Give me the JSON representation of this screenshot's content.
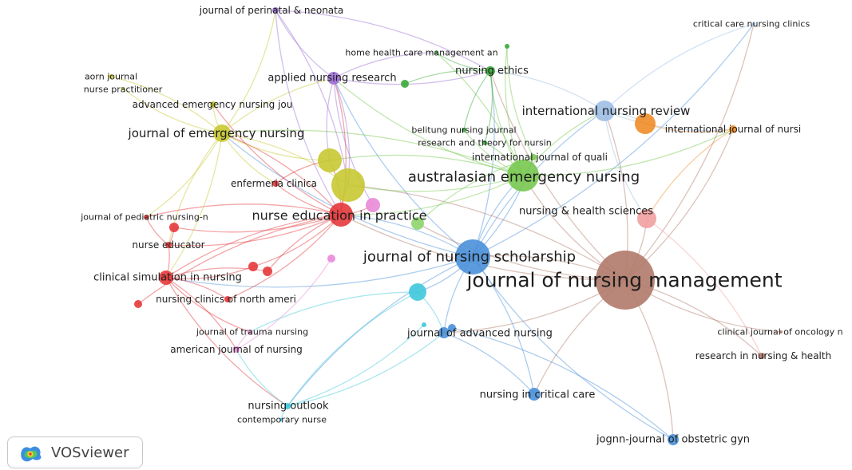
{
  "app": {
    "logo_text": "VOSviewer"
  },
  "colors": {
    "red": "#e5383b",
    "green": "#78c850",
    "blue": "#4a90d9",
    "yellow": "#c8c832",
    "purple": "#9b6fd4",
    "cyan": "#3ec8dc",
    "orange": "#f08c28",
    "brown": "#b07a6a",
    "pink": "#e98ad8",
    "darkgreen": "#3aaa3a",
    "lightblue": "#9fbfe6",
    "lightpink": "#f0a0a0",
    "lightgreen": "#8fd46f"
  },
  "network": {
    "nodes": [
      {
        "id": "jnm",
        "label": "journal of nursing management",
        "cluster": "brown",
        "weight": 10
      },
      {
        "id": "jns",
        "label": "journal of nursing scholarship",
        "cluster": "blue",
        "weight": 6
      },
      {
        "id": "aen",
        "label": "australasian emergency nursing",
        "cluster": "green",
        "weight": 5
      },
      {
        "id": "nep",
        "label": "nurse education in practice",
        "cluster": "red",
        "weight": 5
      },
      {
        "id": "inr",
        "label": "international nursing review",
        "cluster": "lightblue",
        "weight": 4
      },
      {
        "id": "jen",
        "label": "journal of emergency nursing",
        "cluster": "yellow",
        "weight": 4
      },
      {
        "id": "nhs",
        "label": "nursing & health sciences",
        "cluster": "lightpink",
        "weight": 3
      },
      {
        "id": "csn",
        "label": "clinical simulation in nursing",
        "cluster": "red",
        "weight": 3
      },
      {
        "id": "jan",
        "label": "journal of advanced nursing",
        "cluster": "blue",
        "weight": 2
      },
      {
        "id": "ncc",
        "label": "nursing in critical care",
        "cluster": "blue",
        "weight": 2
      },
      {
        "id": "jogn",
        "label": "jognn-journal of obstetric gyn",
        "cluster": "blue",
        "weight": 2
      },
      {
        "id": "anr",
        "label": "applied nursing research",
        "cluster": "purple",
        "weight": 2
      },
      {
        "id": "ne",
        "label": "nursing ethics",
        "cluster": "darkgreen",
        "weight": 2
      },
      {
        "id": "ijn",
        "label": "international journal of nursi",
        "cluster": "orange",
        "weight": 2
      },
      {
        "id": "ijq",
        "label": "international journal of quali",
        "cluster": "green",
        "weight": 1
      },
      {
        "id": "ec",
        "label": "enfermeria clinica",
        "cluster": "red",
        "weight": 1
      },
      {
        "id": "jpn",
        "label": "journal of pediatric nursing-n",
        "cluster": "red",
        "weight": 1
      },
      {
        "id": "ned",
        "label": "nurse educator",
        "cluster": "red",
        "weight": 1
      },
      {
        "id": "ncna",
        "label": "nursing clinics of north ameri",
        "cluster": "red",
        "weight": 1
      },
      {
        "id": "jtn",
        "label": "journal of trauma nursing",
        "cluster": "pink",
        "weight": 1
      },
      {
        "id": "ajn",
        "label": "american journal of nursing",
        "cluster": "pink",
        "weight": 1
      },
      {
        "id": "no",
        "label": "nursing outlook",
        "cluster": "cyan",
        "weight": 1
      },
      {
        "id": "cn",
        "label": "contemporary nurse",
        "cluster": "cyan",
        "weight": 1
      },
      {
        "id": "jpnn",
        "label": "journal of perinatal & neonata",
        "cluster": "purple",
        "weight": 1
      },
      {
        "id": "hhcm",
        "label": "home health care management an",
        "cluster": "darkgreen",
        "weight": 1
      },
      {
        "id": "aorn",
        "label": "aorn journal",
        "cluster": "yellow",
        "weight": 1
      },
      {
        "id": "np",
        "label": "nurse practitioner",
        "cluster": "yellow",
        "weight": 1
      },
      {
        "id": "aenj",
        "label": "advanced emergency nursing jou",
        "cluster": "yellow",
        "weight": 1
      },
      {
        "id": "bnj",
        "label": "belitung nursing journal",
        "cluster": "darkgreen",
        "weight": 1
      },
      {
        "id": "rtn",
        "label": "research and theory for nursin",
        "cluster": "darkgreen",
        "weight": 1
      },
      {
        "id": "ccnc",
        "label": "critical care nursing clinics",
        "cluster": "lightblue",
        "weight": 1
      },
      {
        "id": "cjon",
        "label": "clinical journal of oncology n",
        "cluster": "brown",
        "weight": 1
      },
      {
        "id": "rinh",
        "label": "research in nursing & health",
        "cluster": "brown",
        "weight": 1
      },
      {
        "id": "u1",
        "label": "",
        "cluster": "yellow",
        "weight": 3
      },
      {
        "id": "u2",
        "label": "",
        "cluster": "yellow",
        "weight": 3
      },
      {
        "id": "u3",
        "label": "",
        "cluster": "cyan",
        "weight": 2
      },
      {
        "id": "u4",
        "label": "",
        "cluster": "pink",
        "weight": 2
      },
      {
        "id": "u5",
        "label": "",
        "cluster": "lightgreen",
        "weight": 2
      },
      {
        "id": "u6",
        "label": "",
        "cluster": "orange",
        "weight": 1
      },
      {
        "id": "u7",
        "label": "",
        "cluster": "red",
        "weight": 1
      },
      {
        "id": "u8",
        "label": "",
        "cluster": "red",
        "weight": 1
      },
      {
        "id": "u9",
        "label": "",
        "cluster": "red",
        "weight": 1
      },
      {
        "id": "u10",
        "label": "",
        "cluster": "red",
        "weight": 1
      },
      {
        "id": "u11",
        "label": "",
        "cluster": "cyan",
        "weight": 1
      },
      {
        "id": "u12",
        "label": "",
        "cluster": "pink",
        "weight": 1
      },
      {
        "id": "u13",
        "label": "",
        "cluster": "blue",
        "weight": 1
      },
      {
        "id": "u14",
        "label": "",
        "cluster": "darkgreen",
        "weight": 1
      },
      {
        "id": "u15",
        "label": "",
        "cluster": "darkgreen",
        "weight": 1
      }
    ],
    "edges": [
      [
        "jnm",
        "jns"
      ],
      [
        "jnm",
        "aen"
      ],
      [
        "jnm",
        "inr"
      ],
      [
        "jnm",
        "nep"
      ],
      [
        "jnm",
        "nhs"
      ],
      [
        "jnm",
        "jan"
      ],
      [
        "jnm",
        "cjon"
      ],
      [
        "jnm",
        "rinh"
      ],
      [
        "jnm",
        "ijn"
      ],
      [
        "jnm",
        "jogn"
      ],
      [
        "jnm",
        "ncc"
      ],
      [
        "jnm",
        "ne"
      ],
      [
        "jnm",
        "ccnc"
      ],
      [
        "jnm",
        "u5"
      ],
      [
        "jnm",
        "u2"
      ],
      [
        "jns",
        "aen"
      ],
      [
        "jns",
        "nep"
      ],
      [
        "jns",
        "inr"
      ],
      [
        "jns",
        "jan"
      ],
      [
        "jns",
        "ncc"
      ],
      [
        "jns",
        "jogn"
      ],
      [
        "jns",
        "anr"
      ],
      [
        "jns",
        "ne"
      ],
      [
        "jns",
        "u3"
      ],
      [
        "jns",
        "no"
      ],
      [
        "jns",
        "csn"
      ],
      [
        "jns",
        "ijq"
      ],
      [
        "jns",
        "jen"
      ],
      [
        "jns",
        "ccnc"
      ],
      [
        "aen",
        "nep"
      ],
      [
        "aen",
        "jen"
      ],
      [
        "aen",
        "inr"
      ],
      [
        "aen",
        "ijn"
      ],
      [
        "aen",
        "ne"
      ],
      [
        "aen",
        "ijq"
      ],
      [
        "aen",
        "anr"
      ],
      [
        "aen",
        "u1"
      ],
      [
        "aen",
        "u2"
      ],
      [
        "aen",
        "hhcm"
      ],
      [
        "aen",
        "bnj"
      ],
      [
        "aen",
        "rtn"
      ],
      [
        "aen",
        "u15"
      ],
      [
        "nep",
        "csn"
      ],
      [
        "nep",
        "ned"
      ],
      [
        "nep",
        "jpn"
      ],
      [
        "nep",
        "ec"
      ],
      [
        "nep",
        "jen"
      ],
      [
        "nep",
        "ncna"
      ],
      [
        "nep",
        "u1"
      ],
      [
        "nep",
        "u2"
      ],
      [
        "nep",
        "u4"
      ],
      [
        "nep",
        "u7"
      ],
      [
        "nep",
        "u8"
      ],
      [
        "nep",
        "u9"
      ],
      [
        "nep",
        "u10"
      ],
      [
        "nep",
        "aenj"
      ],
      [
        "nep",
        "anr"
      ],
      [
        "jen",
        "aenj"
      ],
      [
        "jen",
        "aorn"
      ],
      [
        "jen",
        "np"
      ],
      [
        "jen",
        "u1"
      ],
      [
        "jen",
        "u2"
      ],
      [
        "jen",
        "ec"
      ],
      [
        "jen",
        "jpn"
      ],
      [
        "jen",
        "ned"
      ],
      [
        "jen",
        "csn"
      ],
      [
        "jen",
        "jpnn"
      ],
      [
        "jen",
        "anr"
      ],
      [
        "inr",
        "ijn"
      ],
      [
        "inr",
        "u6"
      ],
      [
        "inr",
        "ne"
      ],
      [
        "inr",
        "ccnc"
      ],
      [
        "inr",
        "nhs"
      ],
      [
        "ijn",
        "u6"
      ],
      [
        "ijn",
        "nhs"
      ],
      [
        "anr",
        "jpnn"
      ],
      [
        "anr",
        "u1"
      ],
      [
        "anr",
        "u2"
      ],
      [
        "anr",
        "ne"
      ],
      [
        "anr",
        "hhcm"
      ],
      [
        "anr",
        "u4"
      ],
      [
        "jpnn",
        "u2"
      ],
      [
        "jpnn",
        "nep"
      ],
      [
        "jpnn",
        "ne"
      ],
      [
        "csn",
        "ned"
      ],
      [
        "csn",
        "ncna"
      ],
      [
        "csn",
        "u7"
      ],
      [
        "csn",
        "u8"
      ],
      [
        "csn",
        "jtn"
      ],
      [
        "csn",
        "ajn"
      ],
      [
        "csn",
        "no"
      ],
      [
        "ned",
        "jpn"
      ],
      [
        "ned",
        "u9"
      ],
      [
        "ec",
        "u1"
      ],
      [
        "no",
        "cn"
      ],
      [
        "no",
        "u3"
      ],
      [
        "no",
        "jan"
      ],
      [
        "no",
        "ajn"
      ],
      [
        "no",
        "u11"
      ],
      [
        "jan",
        "ncc"
      ],
      [
        "jan",
        "u13"
      ],
      [
        "u3",
        "jan"
      ],
      [
        "u3",
        "jtn"
      ],
      [
        "ajn",
        "jtn"
      ],
      [
        "ajn",
        "u12"
      ],
      [
        "ne",
        "hhcm"
      ],
      [
        "ne",
        "bnj"
      ],
      [
        "ne",
        "rtn"
      ],
      [
        "ne",
        "u14"
      ],
      [
        "ijq",
        "u15"
      ],
      [
        "ijq",
        "u5"
      ],
      [
        "nhs",
        "rinh"
      ],
      [
        "jogn",
        "u13"
      ]
    ]
  }
}
